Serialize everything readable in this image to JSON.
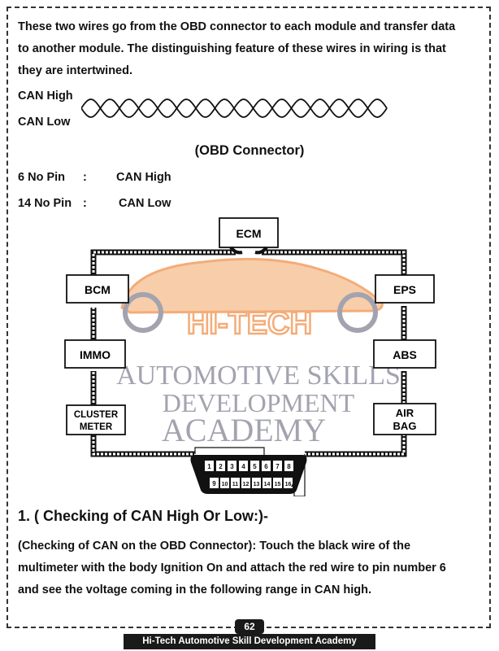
{
  "intro": {
    "line1": "These two wires go from the OBD connector to each module and transfer data",
    "line2": "to another module. The distinguishing feature of these wires in wiring is that",
    "line3": "they are intertwined."
  },
  "wires": {
    "high": "CAN High",
    "low": "CAN Low"
  },
  "connector_title": "(OBD Connector)",
  "pins": [
    {
      "pin": "6 No Pin",
      "sep": ":",
      "signal": "CAN High"
    },
    {
      "pin": "14 No Pin",
      "sep": ":",
      "signal": "CAN Low"
    }
  ],
  "modules": {
    "ecm": "ECM",
    "bcm": "BCM",
    "immo": "IMMO",
    "cluster_l1": "CLUSTER",
    "cluster_l2": "METER",
    "eps": "EPS",
    "abs": "ABS",
    "airbag_l1": "AIR",
    "airbag_l2": "BAG"
  },
  "obd_pins_top": [
    "1",
    "2",
    "3",
    "4",
    "5",
    "6",
    "7",
    "8"
  ],
  "obd_pins_bottom": [
    "9",
    "10",
    "11",
    "12",
    "13",
    "14",
    "15",
    "16"
  ],
  "watermark": {
    "logo": "HI-TECH",
    "line1": "AUTOMOTIVE SKILLS",
    "line2": "DEVELOPMENT",
    "line3": "ACADEMY"
  },
  "section": {
    "title": "1. ( Checking of CAN High Or Low:)-",
    "line1": "(Checking of CAN on the OBD Connector): Touch the black wire of the",
    "line2": "multimeter with the body Ignition On and attach the red wire to pin number 6",
    "line3": "and see the voltage coming in the following range in CAN high."
  },
  "page_number": "62",
  "footer": "Hi-Tech Automotive Skill Development Academy",
  "colors": {
    "watermark_orange": "#f3a46a",
    "watermark_gray": "#9a9aa8"
  }
}
